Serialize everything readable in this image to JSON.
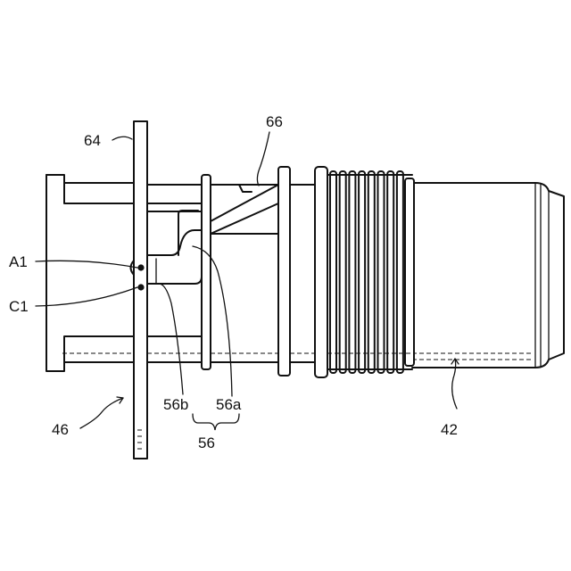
{
  "labels": {
    "l64": "64",
    "l66": "66",
    "lA1": "A1",
    "lC1": "C1",
    "l46": "46",
    "l56b": "56b",
    "l56a": "56a",
    "l56": "56",
    "l42": "42"
  }
}
